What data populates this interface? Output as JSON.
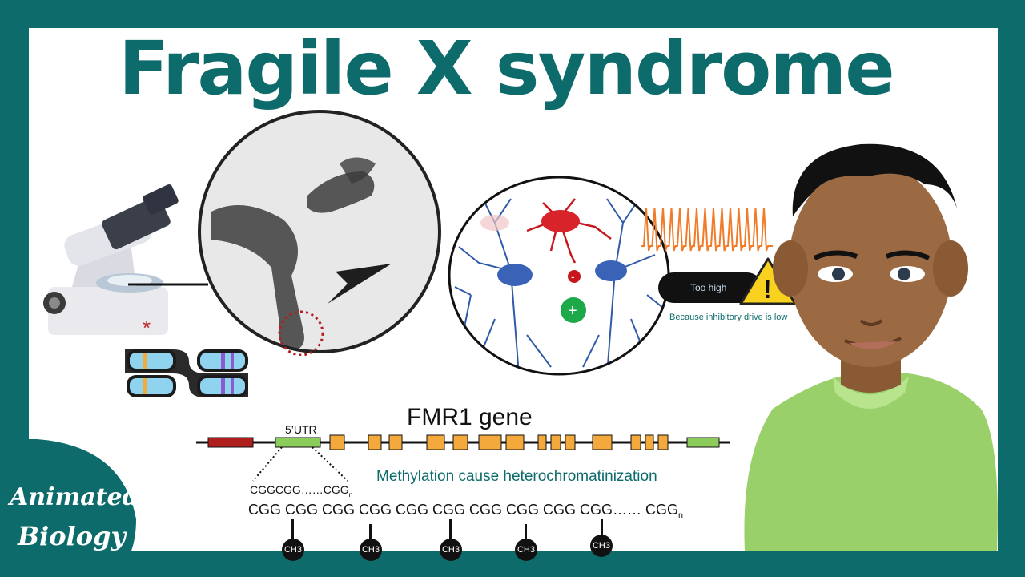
{
  "title": "Fragile X syndrome",
  "gene": {
    "name": "FMR1 gene",
    "utr_label": "5’UTR",
    "repeat_short": "CGGCGG……CGG",
    "repeat_short_sub": "n",
    "methylation_text": "Methylation cause heterochromatinization",
    "repeat_long": "CGG CGG CGG CGG CGG CGG CGG CGG CGG CGG…… CGG",
    "repeat_long_sub": "n",
    "methyl_tag": "CH3"
  },
  "neuron": {
    "plus": "+",
    "minus": "-",
    "status_label": "Too high",
    "note": "Because inhibitory drive is low",
    "warning_glyph": "!"
  },
  "logo": {
    "text_line1": "Animated",
    "text_line2": "Biology"
  },
  "colors": {
    "frame": "#0d6b6b",
    "title": "#0e6b6b",
    "exon": "#f4a93d",
    "utr": "#8ccc5a",
    "red_block": "#b01e1e",
    "spike": "#f07c2a",
    "shirt": "#9ad06a"
  }
}
